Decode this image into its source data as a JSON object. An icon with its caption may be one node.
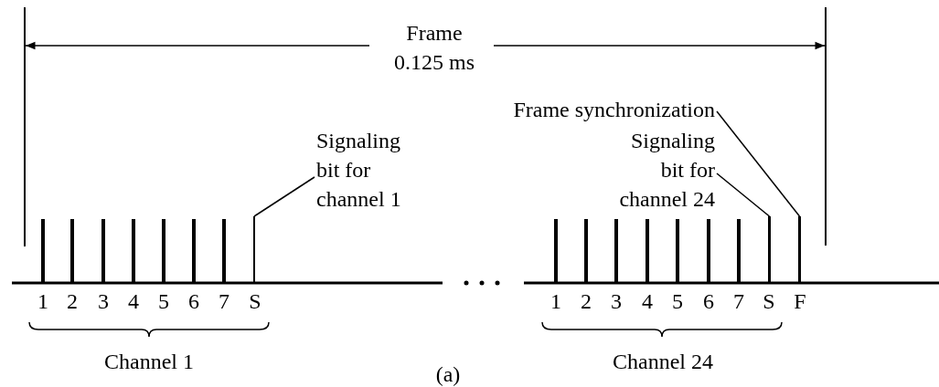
{
  "diagram": {
    "nodes": [
      {
        "text": [
          "Signaling bit for channel 1"
        ]
      },
      {
        "text": [
          "Frame synchronization"
        ]
      },
      {
        "text": [
          "Signaling bit for channel 24"
        ]
      },
      {
        "text": [],
        "shape": "bar"
      },
      {
        "text": [],
        "shape": "bar"
      },
      {
        "text": [],
        "shape": "bar"
      }
    ],
    "edges": [
      {
        "from": 0,
        "to": 3,
        "arrow": "none"
      },
      {
        "from": 1,
        "to": 5,
        "arrow": "none"
      },
      {
        "from": 2,
        "to": 4,
        "arrow": "none"
      }
    ],
    "labels": [
      "Frame",
      "0.125 ms",
      "1",
      "2",
      "3",
      "4",
      "5",
      "6",
      "7",
      "S",
      "1",
      "2",
      "3",
      "4",
      "5",
      "6",
      "7",
      "S",
      "F",
      "Channel 1",
      "(a)",
      "Channel 24"
    ]
  }
}
